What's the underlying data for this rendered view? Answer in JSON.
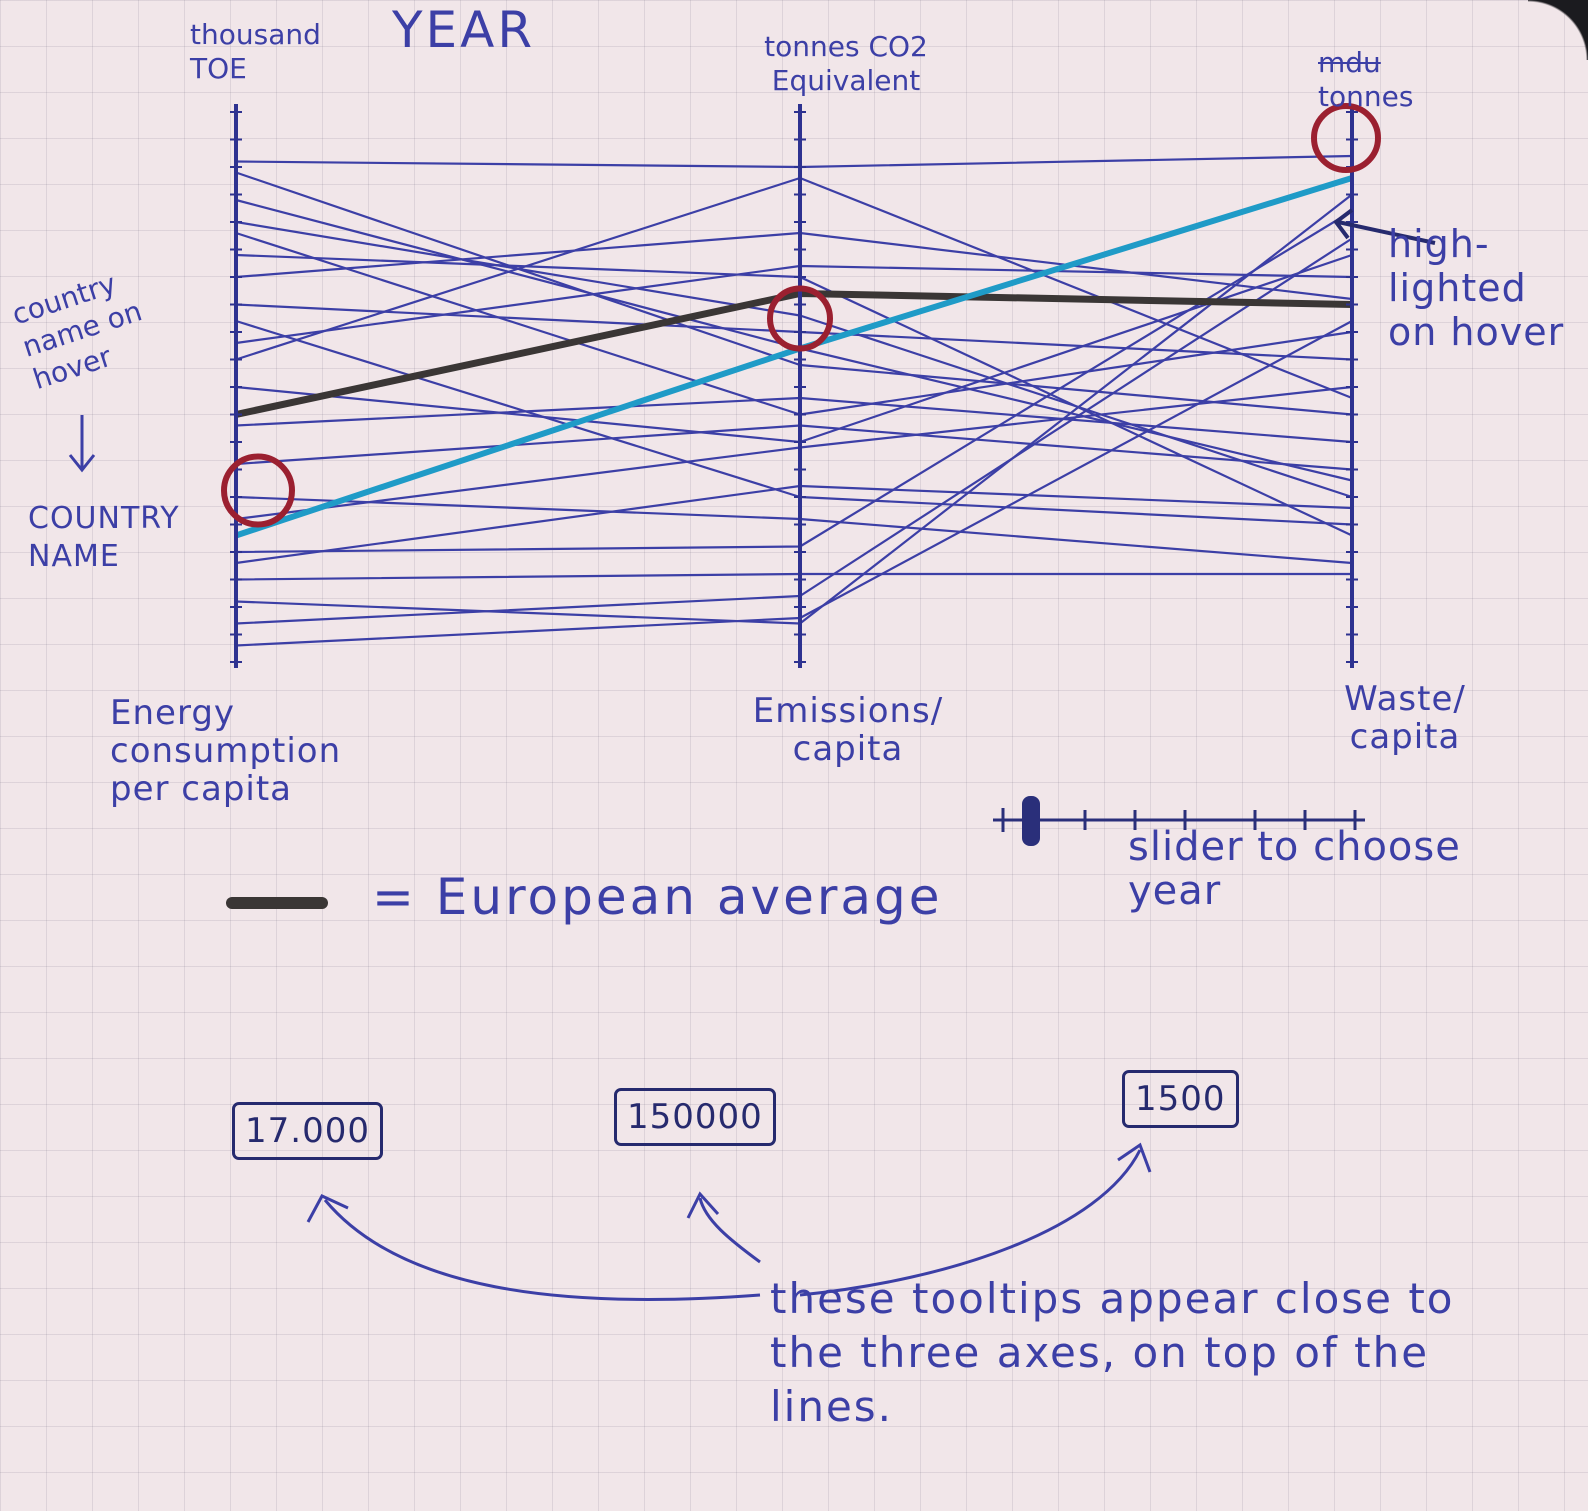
{
  "header": {
    "title": "YEAR"
  },
  "axes": [
    {
      "unit": "thousand TOE",
      "label": "Energy consumption per capita"
    },
    {
      "unit": "tonnes CO2 Equivalent",
      "label": "Emissions/ capita"
    },
    {
      "unit": "tonnes",
      "unit_crossed_out": "mdu",
      "label": "Waste/ capita"
    }
  ],
  "annotations": {
    "country_hover": "country name on hover",
    "country_name": "COUNTRY NAME",
    "highlight": "high-lighted on hover",
    "slider_note": "slider to choose year",
    "legend_text": "= European average",
    "tooltip_note": "these tooltips appear close to the three axes, on top of the lines."
  },
  "tooltips": [
    "17.000",
    "150000",
    "1500"
  ],
  "colors": {
    "ink": "#3c3fa6",
    "average_line": "#3a3635",
    "highlight_line": "#1f9bc7",
    "circle": "#9b2030"
  },
  "chart_data": {
    "type": "parallel-coordinates",
    "axes": [
      "Energy consumption per capita",
      "Emissions/ capita",
      "Waste/ capita"
    ],
    "series": [
      {
        "name": "European average",
        "values": [
          0.45,
          0.67,
          0.65
        ]
      },
      {
        "values": [
          0.23,
          0.57,
          0.88
        ]
      },
      {
        "values": [
          0.91,
          0.9,
          0.92
        ]
      },
      {
        "values": [
          0.89,
          0.54,
          0.45
        ]
      },
      {
        "values": [
          0.84,
          0.57,
          0.33
        ]
      },
      {
        "values": [
          0.8,
          0.63,
          0.3
        ]
      },
      {
        "values": [
          0.74,
          0.7,
          0.23
        ]
      },
      {
        "values": [
          0.7,
          0.78,
          0.66
        ]
      },
      {
        "values": [
          0.65,
          0.6,
          0.55
        ]
      },
      {
        "values": [
          0.58,
          0.72,
          0.7
        ]
      },
      {
        "values": [
          0.5,
          0.4,
          0.74
        ]
      },
      {
        "values": [
          0.43,
          0.48,
          0.4
        ]
      },
      {
        "values": [
          0.36,
          0.43,
          0.35
        ]
      },
      {
        "values": [
          0.3,
          0.26,
          0.18
        ]
      },
      {
        "values": [
          0.26,
          0.39,
          0.5
        ]
      },
      {
        "values": [
          0.2,
          0.21,
          0.82
        ]
      },
      {
        "values": [
          0.15,
          0.16,
          0.16
        ]
      },
      {
        "values": [
          0.11,
          0.07,
          0.85
        ]
      },
      {
        "values": [
          0.07,
          0.12,
          0.77
        ]
      },
      {
        "values": [
          0.03,
          0.08,
          0.62
        ]
      },
      {
        "values": [
          0.55,
          0.88,
          0.48
        ]
      },
      {
        "values": [
          0.78,
          0.45,
          0.6
        ]
      },
      {
        "values": [
          0.62,
          0.3,
          0.25
        ]
      },
      {
        "values": [
          0.18,
          0.32,
          0.28
        ]
      }
    ]
  }
}
